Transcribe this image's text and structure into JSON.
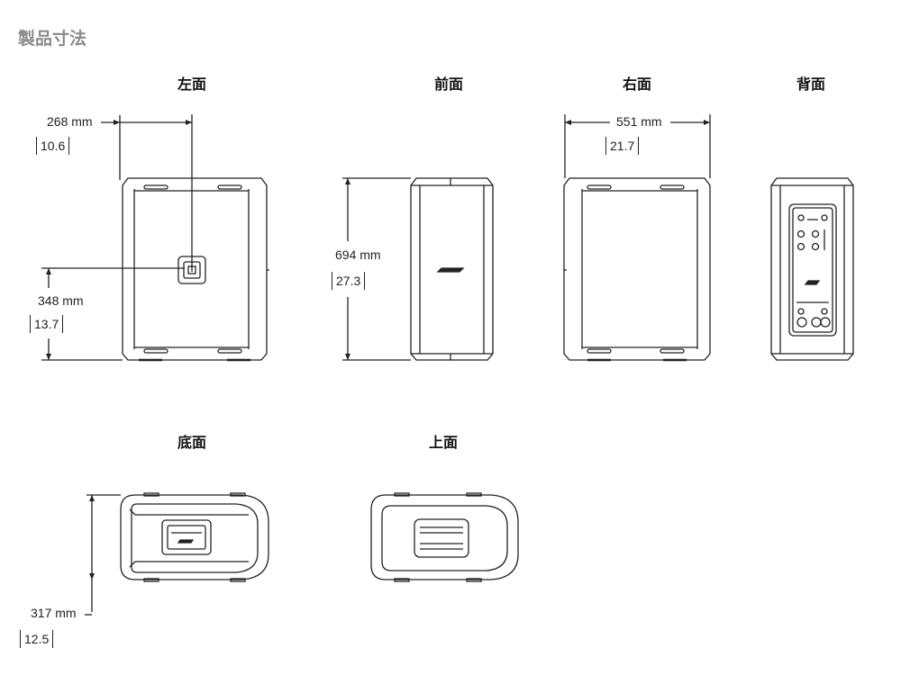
{
  "page_title": "製品寸法",
  "views": {
    "left": "左面",
    "front": "前面",
    "right": "右面",
    "back": "背面",
    "bottom": "底面",
    "top": "上面"
  },
  "dimensions": {
    "left_width": {
      "mm": "268 mm",
      "inch": "10.6"
    },
    "left_offset": {
      "mm": "348 mm",
      "inch": "13.7"
    },
    "height": {
      "mm": "694 mm",
      "inch": "27.3"
    },
    "depth": {
      "mm": "551 mm",
      "inch": "21.7"
    },
    "bottom_depth": {
      "mm": "317 mm",
      "inch": "12.5"
    }
  }
}
